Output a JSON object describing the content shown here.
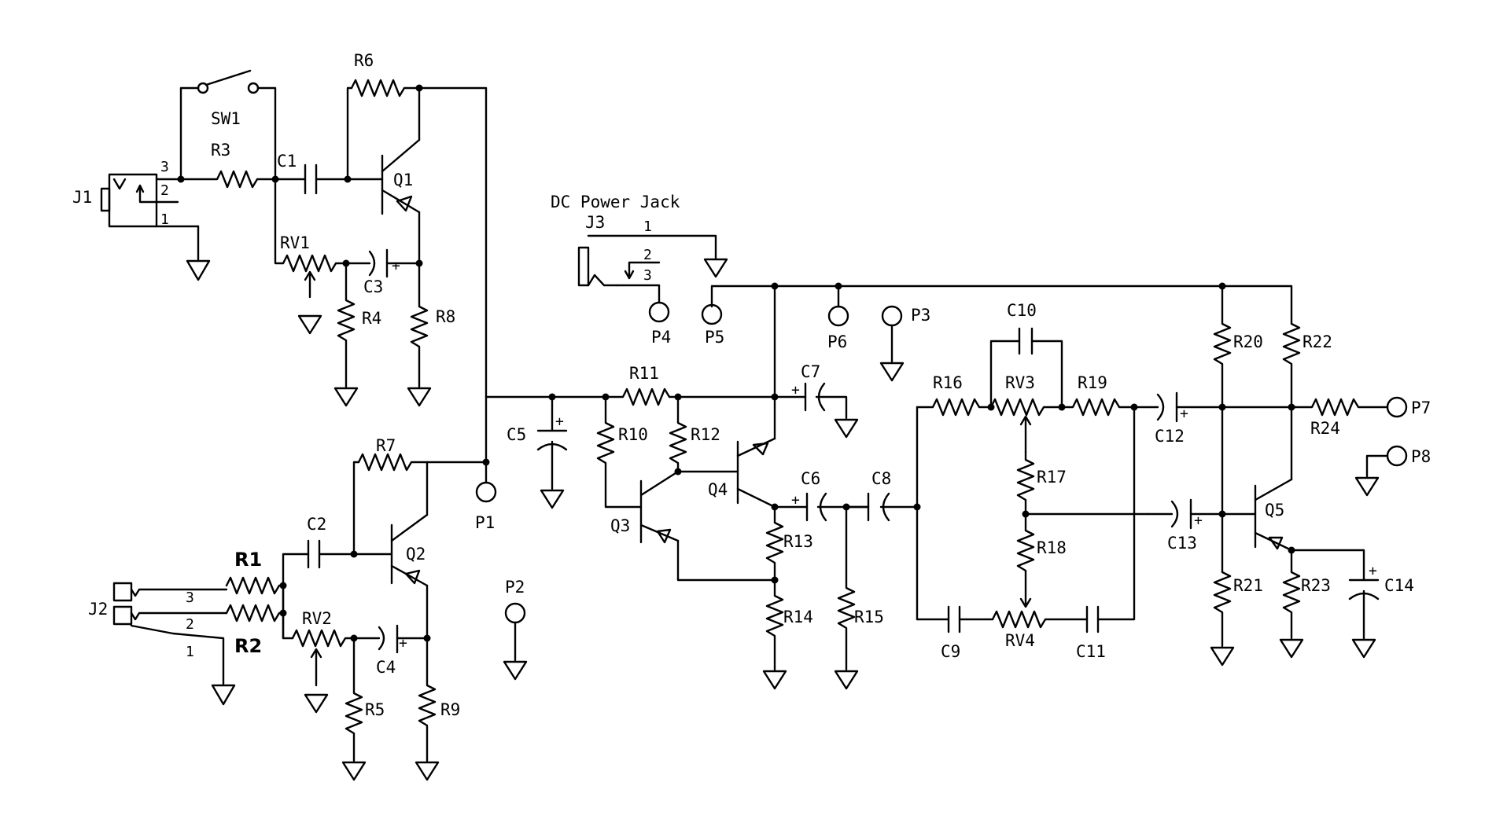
{
  "schematic": {
    "labels": {
      "J1": "J1",
      "J2": "J2",
      "J3": "J3",
      "J3_title": "DC Power Jack",
      "SW1": "SW1",
      "R1": "R1",
      "R2": "R2",
      "R3": "R3",
      "R4": "R4",
      "R5": "R5",
      "R6": "R6",
      "R7": "R7",
      "R8": "R8",
      "R9": "R9",
      "R10": "R10",
      "R11": "R11",
      "R12": "R12",
      "R13": "R13",
      "R14": "R14",
      "R15": "R15",
      "R16": "R16",
      "R17": "R17",
      "R18": "R18",
      "R19": "R19",
      "R20": "R20",
      "R21": "R21",
      "R22": "R22",
      "R23": "R23",
      "R24": "R24",
      "RV1": "RV1",
      "RV2": "RV2",
      "RV3": "RV3",
      "RV4": "RV4",
      "C1": "C1",
      "C2": "C2",
      "C3": "C3",
      "C4": "C4",
      "C5": "C5",
      "C6": "C6",
      "C7": "C7",
      "C8": "C8",
      "C9": "C9",
      "C10": "C10",
      "C11": "C11",
      "C12": "C12",
      "C13": "C13",
      "C14": "C14",
      "Q1": "Q1",
      "Q2": "Q2",
      "Q3": "Q3",
      "Q4": "Q4",
      "Q5": "Q5",
      "P1": "P1",
      "P2": "P2",
      "P3": "P3",
      "P4": "P4",
      "P5": "P5",
      "P6": "P6",
      "P7": "P7",
      "P8": "P8"
    },
    "pins": {
      "one": "1",
      "two": "2",
      "three": "3",
      "plus": "+"
    }
  }
}
